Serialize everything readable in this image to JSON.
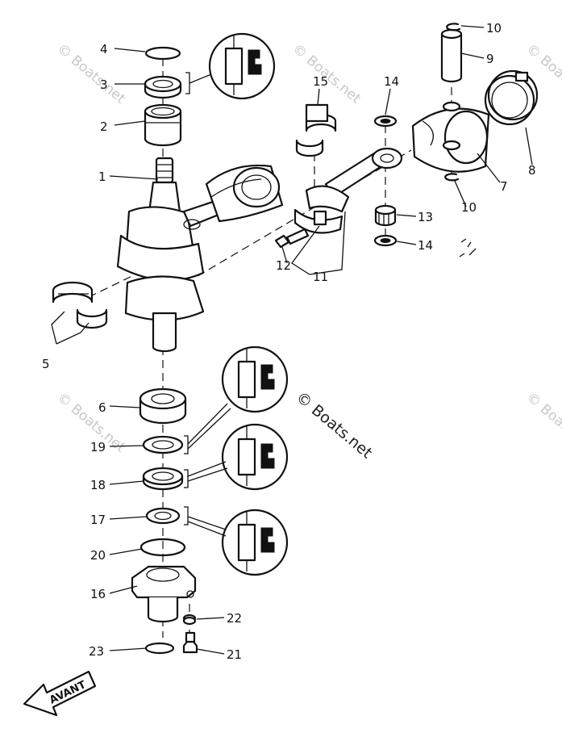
{
  "callouts": [
    {
      "id": "1",
      "text": "1"
    },
    {
      "id": "2",
      "text": "2"
    },
    {
      "id": "3",
      "text": "3"
    },
    {
      "id": "4",
      "text": "4"
    },
    {
      "id": "5",
      "text": "5"
    },
    {
      "id": "6",
      "text": "6"
    },
    {
      "id": "7",
      "text": "7"
    },
    {
      "id": "8",
      "text": "8"
    },
    {
      "id": "9",
      "text": "9"
    },
    {
      "id": "10a",
      "text": "10"
    },
    {
      "id": "10b",
      "text": "10"
    },
    {
      "id": "11",
      "text": "11"
    },
    {
      "id": "12",
      "text": "12"
    },
    {
      "id": "13",
      "text": "13"
    },
    {
      "id": "14a",
      "text": "14"
    },
    {
      "id": "14b",
      "text": "14"
    },
    {
      "id": "15",
      "text": "15"
    },
    {
      "id": "16",
      "text": "16"
    },
    {
      "id": "17",
      "text": "17"
    },
    {
      "id": "18",
      "text": "18"
    },
    {
      "id": "19",
      "text": "19"
    },
    {
      "id": "20",
      "text": "20"
    },
    {
      "id": "21",
      "text": "21"
    },
    {
      "id": "22",
      "text": "22"
    },
    {
      "id": "23",
      "text": "23"
    }
  ],
  "direction_arrow": {
    "text": "AVANT"
  },
  "watermark": {
    "text": "© Boats.net"
  },
  "colors": {
    "ink": "#111111",
    "watermark": "#c8c8c8",
    "background": "#ffffff"
  }
}
